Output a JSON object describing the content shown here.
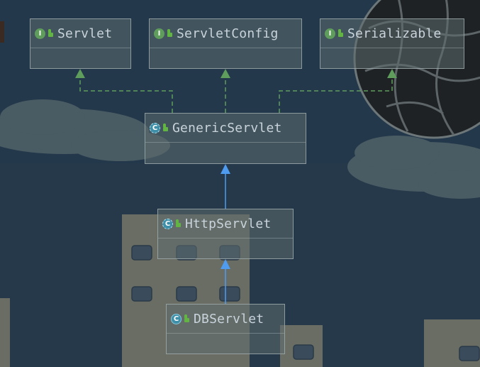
{
  "diagram": {
    "nodes": [
      {
        "id": "servlet",
        "label": "Servlet",
        "kind": "interface",
        "kind_glyph": "I"
      },
      {
        "id": "servlet_config",
        "label": "ServletConfig",
        "kind": "interface",
        "kind_glyph": "I"
      },
      {
        "id": "serializable",
        "label": "Serializable",
        "kind": "interface",
        "kind_glyph": "I"
      },
      {
        "id": "generic_servlet",
        "label": "GenericServlet",
        "kind": "abstract-class",
        "kind_glyph": "C"
      },
      {
        "id": "http_servlet",
        "label": "HttpServlet",
        "kind": "abstract-class",
        "kind_glyph": "C"
      },
      {
        "id": "db_servlet",
        "label": "DBServlet",
        "kind": "class",
        "kind_glyph": "C"
      }
    ],
    "edges": [
      {
        "from": "generic_servlet",
        "to": "servlet",
        "type": "implements"
      },
      {
        "from": "generic_servlet",
        "to": "servlet_config",
        "type": "implements"
      },
      {
        "from": "generic_servlet",
        "to": "serializable",
        "type": "implements"
      },
      {
        "from": "http_servlet",
        "to": "generic_servlet",
        "type": "extends"
      },
      {
        "from": "db_servlet",
        "to": "http_servlet",
        "type": "extends"
      }
    ]
  },
  "colors": {
    "implements": "#5f9d5c",
    "extends": "#4f9bf0",
    "interface_icon": "#5f9d5c",
    "class_icon": "#3f8fa8",
    "background": "#23384a"
  }
}
